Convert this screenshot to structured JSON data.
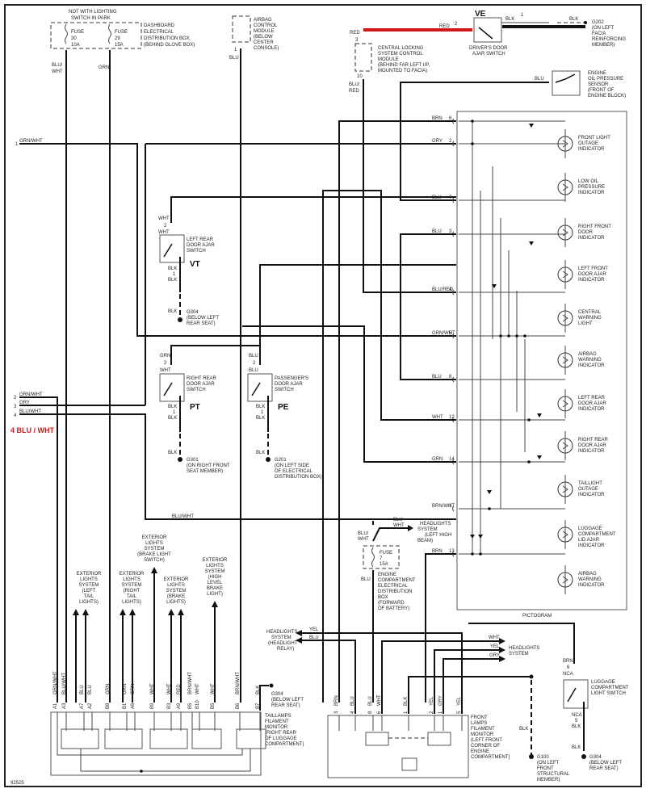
{
  "diagram_id": "92525",
  "fuse_box_top": {
    "note": [
      "NOT WITH LIGHTING",
      "SWITCH IN PARK"
    ],
    "fuse30": [
      "FUSE",
      "30",
      "10A"
    ],
    "fuse29": [
      "FUSE",
      "29",
      "15A"
    ],
    "label": [
      "DASHBOARD",
      "ELECTRICAL",
      "DISTRIBUTION BOX",
      "(BEHIND GLOVE BOX)"
    ],
    "wire1": [
      "BLU/",
      "WHT"
    ],
    "wire2": "GRN"
  },
  "airbag_module": {
    "label": [
      "AIRBAG",
      "CONTROL",
      "MODULE",
      "(BELOW",
      "CENTER",
      "CONSOLE)"
    ],
    "pin": "1",
    "wire": "BLU"
  },
  "central_locking": {
    "label": [
      "CENTRAL LOCKING",
      "SYSTEM CONTROL",
      "MODULE",
      "(BEHIND FAR LEFT I/P,",
      "MOUNTED TO FACIA)"
    ],
    "pin_top": "3",
    "pin_bottom": "10",
    "wire_top": "RED",
    "wire_bottom": [
      "BLU/",
      "RED"
    ]
  },
  "drivers_door_switch": {
    "code": "VE",
    "label": [
      "DRIVER'S DOOR",
      "AJAR SWITCH"
    ],
    "wire_in": "RED",
    "pin_in": "2",
    "wire_out": "BLK",
    "pin_out": "1",
    "ground": [
      "G202",
      "(ON LEFT",
      "FACIA",
      "REINFORCING",
      "MEMBER)"
    ]
  },
  "oil_sensor": {
    "label": [
      "ENGINE",
      "OIL PRESSURE",
      "SENSOR",
      "(FRONT OF",
      "ENGINE BLOCK)"
    ],
    "wire": "BLU"
  },
  "left_connector": {
    "pins": [
      {
        "pin": "1",
        "wire": "GRN/WHT"
      },
      {
        "pin": "2",
        "wire": "GRN/WHT"
      },
      {
        "pin": "3",
        "wire": "GRY"
      },
      {
        "pin": "4",
        "wire": "BLU/WHT"
      }
    ],
    "highlight": "4 BLU / WHT"
  },
  "switches": [
    {
      "code": "VT",
      "label": [
        "LEFT REAR",
        "DOOR AJAR",
        "SWITCH"
      ],
      "wire_in": [
        "WHT",
        "WHT"
      ],
      "pin_in": "2",
      "pin_out": "1",
      "wire_out": [
        "BLK",
        "BLK",
        "BLK"
      ],
      "ground": [
        "G304",
        "(BELOW LEFT",
        "REAR SEAT)"
      ]
    },
    {
      "code": "PT",
      "label": [
        "RIGHT REAR",
        "DOOR AJAR",
        "SWITCH"
      ],
      "wire_in": [
        "GRN",
        "WHT"
      ],
      "pin_in": "2",
      "pin_out": "1",
      "wire_out": [
        "BLK",
        "BLK",
        "BLK"
      ],
      "ground": [
        "G301",
        "(ON RIGHT FRONT",
        "SEAT MEMBER)"
      ]
    },
    {
      "code": "PE",
      "label": [
        "PASSENGER'S",
        "DOOR AJAR",
        "SWITCH"
      ],
      "wire_in": [
        "BLU",
        "BLU"
      ],
      "pin_in": "2",
      "pin_out": "1",
      "wire_out": [
        "BLK",
        "BLK",
        "BLK"
      ],
      "ground": [
        "G201",
        "(ON LEFT SIDE",
        "OF ELECTRICAL",
        "DISTRIBUTION BOX)"
      ]
    }
  ],
  "pictogram": {
    "title": "PICTOGRAM",
    "pins": [
      {
        "wire": "BRN",
        "pin": "6"
      },
      {
        "wire": "GRY",
        "pin": "2"
      },
      {
        "wire": "BLU",
        "pin": "7"
      },
      {
        "wire": "BLU",
        "pin": "3"
      },
      {
        "wire": "BLU/RED",
        "pin": "4"
      },
      {
        "wire": "GRN/WHT",
        "pin": "5"
      },
      {
        "wire": "BLU",
        "pin": "8"
      },
      {
        "wire": "WHT",
        "pin": "12"
      },
      {
        "wire": "GRN",
        "pin": "14"
      },
      {
        "wire": "BRN/WHT",
        "pin": "1"
      },
      {
        "wire": "BRN",
        "pin": "13"
      }
    ],
    "indicators": [
      [
        "FRONT LIGHT",
        "OUTAGE",
        "INDICATOR"
      ],
      [
        "LOW OIL",
        "PRESSURE",
        "INDICATOR"
      ],
      [
        "RIGHT FRONT",
        "DOOR",
        "INDICATOR"
      ],
      [
        "LEFT FRONT",
        "DOOR AJAR",
        "INDICATOR"
      ],
      [
        "CENTRAL",
        "WARNING",
        "LIGHT"
      ],
      [
        "AIRBAG",
        "WARNING",
        "INDICATOR"
      ],
      [
        "LEFT REAR",
        "DOOR AJAR",
        "INDICATOR"
      ],
      [
        "RIGHT REAR",
        "DOOR AJAR",
        "INDICATOR"
      ],
      [
        "TAILLIGHT",
        "OUTAGE",
        "INDICATOR"
      ],
      [
        "LUGGAGE",
        "COMPARTMENT",
        "LID AJAR",
        "INDICATOR"
      ],
      [
        "AIRBAG",
        "WARNING",
        "INDICATOR"
      ]
    ]
  },
  "mid_labels": {
    "bluwht_run": "BLU/WHT",
    "headlights_high": [
      "HEADLIGHTS",
      "SYSTEM",
      "(LEFT HIGH",
      "BEAM)"
    ],
    "headlights_high_wire": [
      "BLU",
      "WHT"
    ],
    "fuse7_wire_in": [
      "BLU/",
      "WHT"
    ],
    "fuse7": [
      "FUSE",
      "7",
      "15A"
    ],
    "fuse7_wire_out": "BLU",
    "engine_box": [
      "ENGINE",
      "COMPARTMENT",
      "ELECTRICAL",
      "DISTRIBUTION",
      "BOX",
      "(FORWARD",
      "OF BATTERY)"
    ]
  },
  "exterior_lights": [
    [
      "EXTERIOR",
      "LIGHTS",
      "SYSTEM",
      "(LEFT",
      "TAIL",
      "LIGHTS)"
    ],
    [
      "EXTERIOR",
      "LIGHTS",
      "SYSTEM",
      "(RIGHT",
      "TAIL",
      "LIGHTS)"
    ],
    [
      "EXTERIOR",
      "LIGHTS",
      "SYSTEM",
      "(BRAKE LIGHT",
      "SWITCH)"
    ],
    [
      "EXTERIOR",
      "LIGHTS",
      "SYSTEM",
      "(BRAKE",
      "LIGHTS)"
    ],
    [
      "EXTERIOR",
      "LIGHTS",
      "SYSTEM",
      "(HIGH",
      "LEVEL",
      "BRAKE",
      "LIGHT)"
    ]
  ],
  "taillamps_monitor": {
    "label": [
      "TAILLAMPS",
      "FILAMENT",
      "MONITOR",
      "(RIGHT REAR",
      "OF LUGGAGE",
      "COMPARTMENT)"
    ],
    "pins": [
      {
        "pin": "A1",
        "wire": "GRN/WHT"
      },
      {
        "pin": "A3",
        "wire": "BLU/WHT"
      },
      {
        "pin": "A7",
        "wire": "BLU"
      },
      {
        "pin": "A2",
        "wire": "BLU"
      },
      {
        "pin": "B8",
        "wire": "GRN"
      },
      {
        "pin": "B1",
        "wire": "GRN"
      },
      {
        "pin": "A6",
        "wire": "GRN"
      },
      {
        "pin": "B9",
        "wire": "WHT"
      },
      {
        "pin": "B3",
        "wire": "WHT"
      },
      {
        "pin": "A9",
        "wire": "RED"
      },
      {
        "pin": "B5",
        "wire": "BRN/WHT"
      },
      {
        "pin": "B10",
        "wire": "WHT"
      },
      {
        "pin": "B5",
        "wire": "WHT"
      },
      {
        "pin": "B6",
        "wire": "BRN/WHT"
      },
      {
        "pin": "B7",
        "wire": "BLK"
      }
    ],
    "ground": [
      "G304",
      "(BELOW LEFT",
      "REAR SEAT)"
    ]
  },
  "front_monitor": {
    "label": [
      "FRONT",
      "LAMPS",
      "FILAMENT",
      "MONITOR",
      "(LEFT FRONT",
      "CORNER OF",
      "ENGINE",
      "COMPARTMENT)"
    ],
    "pins": [
      {
        "pin": "3",
        "wire": "BRN"
      },
      {
        "pin": "4",
        "wire": "BLU"
      },
      {
        "pin": "8",
        "wire": "BLU"
      },
      {
        "pin": "6",
        "wire": "WHT"
      },
      {
        "pin": "1",
        "wire": "BLK"
      },
      {
        "pin": "2",
        "wire": "YEL"
      },
      {
        "pin": "1",
        "wire": "GRY"
      },
      {
        "pin": "5",
        "wire": "YEL"
      }
    ],
    "headlight_relay": [
      "HEADLIGHTS",
      "SYSTEM",
      "(HEADLIGHT",
      "RELAY)"
    ],
    "headlight_relay_wires": [
      "YEL",
      "BLU"
    ],
    "headlights_system": [
      "HEADLIGHTS",
      "SYSTEM"
    ],
    "headlights_wires": [
      "WHT",
      "YEL",
      "GRY"
    ],
    "ground_wire": "BLK",
    "ground": [
      "G100",
      "(ON LEFT",
      "FRONT",
      "STRUCTURAL",
      "MEMBER)"
    ]
  },
  "luggage_switch": {
    "label": [
      "LUGGAGE",
      "COMPARTMENT",
      "LIGHT SWITCH"
    ],
    "wire_in": "BRN",
    "pin_in": "6",
    "nca_top": "NCA",
    "nca_bottom": "NCA",
    "pin_out": "5",
    "wire_out": [
      "BLK",
      "BLK"
    ],
    "ground": [
      "G304",
      "(BELOW LEFT",
      "REAR SEAT)"
    ]
  },
  "colors": {
    "highlight_wire": "#d01818",
    "ink": "#111111"
  }
}
